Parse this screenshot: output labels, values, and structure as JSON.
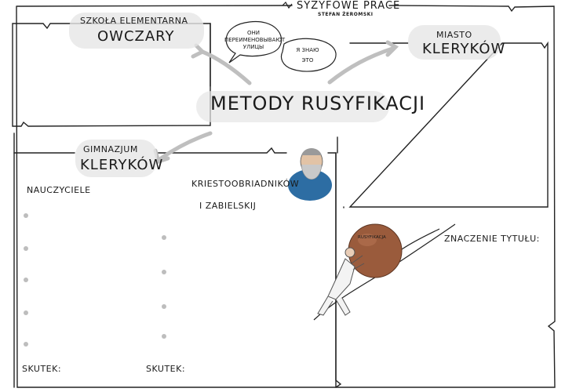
{
  "header": {
    "title": "SYZYFOWE PRACE",
    "author": "STEFAN ŻEROMSKI"
  },
  "center": {
    "title": "METODY RUSYFIKACJI"
  },
  "box_school": {
    "line1": "SZKOŁA ELEMENTARNA",
    "line2": "OWCZARY"
  },
  "box_city": {
    "line1": "MIASTO",
    "line2": "KLERYKÓW"
  },
  "box_gymnasium": {
    "line1": "GIMNAZJUM",
    "line2": "KLERYKÓW",
    "teachers_label": "NAUCZYCIELE",
    "names_line1": "KRIESTOOBRIADNIKÓW",
    "names_line2": "I ZABIELSKIJ",
    "result_left": "SKUTEK:",
    "result_right": "SKUTEK:"
  },
  "speech": {
    "bubble1_line1": "ОНИ",
    "bubble1_line2": "ПЕРЕИМЕНОВЫВАЮТ",
    "bubble1_line3": "УЛИЦЫ",
    "bubble2_line1": "Я ЗНАЮ",
    "bubble2_line2": "ЭТО"
  },
  "sisyphus": {
    "rock_label": "RUSYFIKACJA",
    "meaning_label": "ZNACZENIE TYTUŁU:"
  }
}
